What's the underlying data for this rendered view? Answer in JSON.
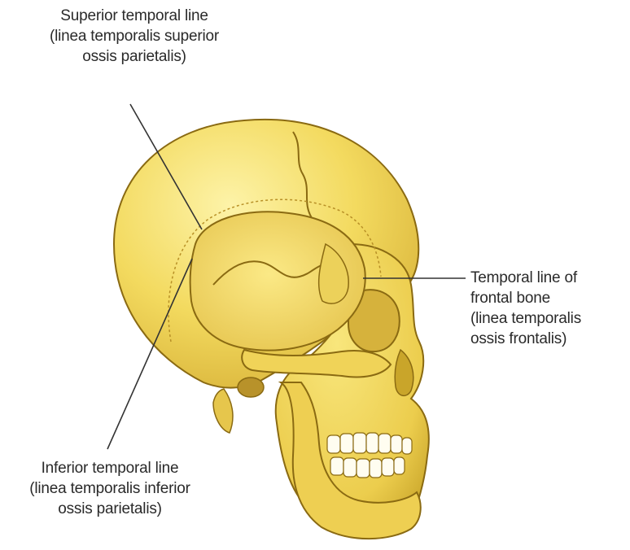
{
  "labels": {
    "superior": {
      "line1": "Superior temporal line",
      "line2": "(linea temporalis superior",
      "line3": "ossis parietalis)"
    },
    "frontal": {
      "line1": "Temporal line of",
      "line2": "frontal bone",
      "line3": "(linea temporalis",
      "line4": "ossis frontalis)"
    },
    "inferior": {
      "line1": "Inferior temporal line",
      "line2": "(linea temporalis inferior",
      "line3": "ossis parietalis)"
    }
  },
  "colors": {
    "bone": "#f3da5f",
    "bone_light": "#fbef9a",
    "bone_shadow": "#c9a52a",
    "outline": "#8a6a12",
    "leader": "#333333",
    "text": "#2a2a2a"
  }
}
